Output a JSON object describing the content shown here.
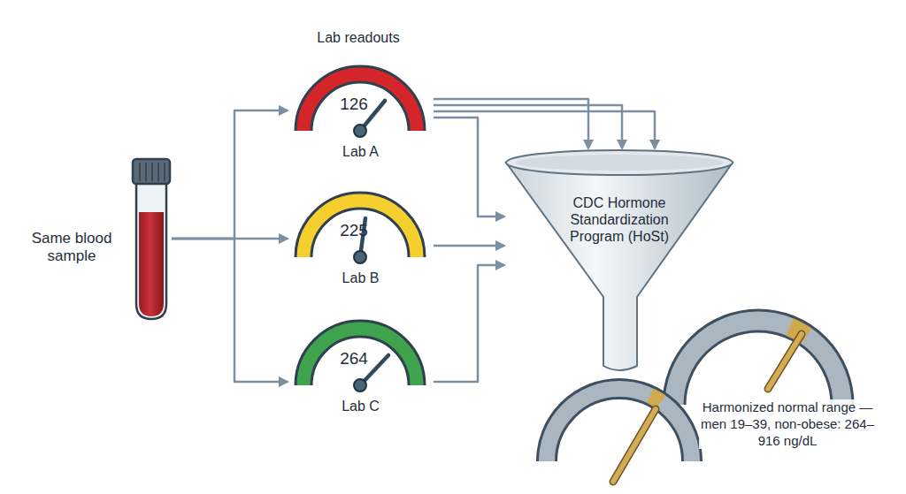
{
  "diagram": {
    "nodes": [
      {
        "text": [
          "Same blood sample"
        ]
      },
      {
        "text": [
          "126",
          "Lab A"
        ]
      },
      {
        "text": [
          "225",
          "Lab B"
        ]
      },
      {
        "text": [
          "264",
          "Lab C"
        ]
      },
      {
        "text": [
          "CDC Hormone Standardization Program (HoSt)"
        ]
      }
    ],
    "edges": [
      {
        "from": 0,
        "to": 1,
        "arrow": "to"
      },
      {
        "from": 0,
        "to": 2,
        "arrow": "to"
      },
      {
        "from": 0,
        "to": 3,
        "arrow": "to"
      },
      {
        "from": 1,
        "to": 4,
        "arrow": "to"
      },
      {
        "from": 1,
        "to": 4,
        "arrow": "to"
      },
      {
        "from": 1,
        "to": 4,
        "arrow": "to"
      },
      {
        "from": 1,
        "to": 4,
        "arrow": "to"
      },
      {
        "from": 2,
        "to": 4,
        "arrow": "to"
      },
      {
        "from": 3,
        "to": 4,
        "arrow": "to"
      }
    ],
    "labels": [
      "Lab readouts",
      "Harmonized normal range — men 19–39, non-obese: 264–916 ng/dL"
    ]
  }
}
